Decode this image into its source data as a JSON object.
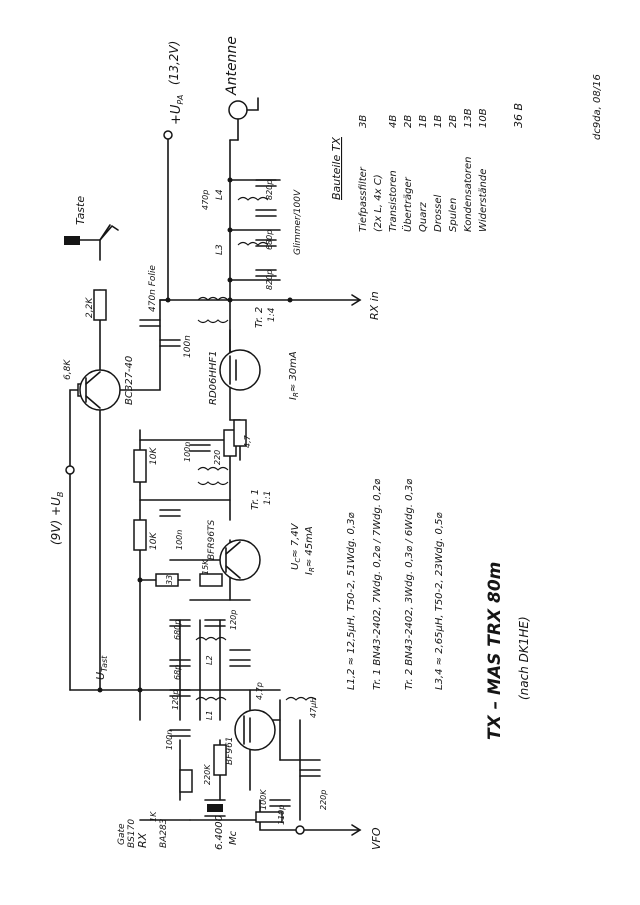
{
  "page": {
    "background": "#ffffff",
    "ink": "#151515"
  },
  "header": {
    "supply_9v": "(9V) +U",
    "supply_9v_sub": "B",
    "supply_pa": "+U",
    "supply_pa_sub": "PA",
    "supply_pa_value": "(13,2V)",
    "antenna": "Antenne",
    "key": "Taste"
  },
  "components": {
    "r_6k8": "6,8K",
    "r_2k2": "2,2K",
    "bc327": "BC327-40",
    "c_470n": "470n Folie",
    "c_100n_top": "100n",
    "rd06": "RD06HHF1",
    "tr2": "Tr. 2",
    "tr2_ratio": "1:4",
    "l3": "L3",
    "l4": "L4",
    "c_470p": "470p",
    "c_820p_a": "820p",
    "c_680p_lpf": "680p",
    "c_820p_b": "820p",
    "glimmer": "Glimmer/100V",
    "rx_in": "RX in",
    "ir_30": "I",
    "ir_30_sub": "R",
    "ir_30_val": "≈ 30mA",
    "r_4_7": "4,7",
    "r_10k_a": "10K",
    "c_100n_b": "100n",
    "r_220": "220",
    "tr1": "Tr. 1",
    "tr1_ratio": "1:1",
    "r_10k_b": "10K",
    "c_100n_c": "100n",
    "bfr96": "BFR96TS",
    "r_15k": "15K",
    "r_33": "33",
    "uc": "U",
    "uc_sub": "C",
    "uc_val": "≈ 7,4V",
    "ir_45": "I",
    "ir_45_sub": "R",
    "ir_45_val": "≈ 45mA",
    "c_680p": "680p",
    "c_120p_a": "120p",
    "l2": "L2",
    "c_68p": "68p",
    "c_4_7p": "4,7p",
    "c_120p_b": "120p",
    "l1": "L1",
    "c_100n_d": "100n",
    "r_220k": "220K",
    "bf961": "BF961",
    "c_47uh": "47μH",
    "r_100k": "100K",
    "c_110p": "110p",
    "c_220p": "220p",
    "xtal": "6.4000",
    "xtal_unit": "Mc",
    "utast": "U",
    "utast_sub": "Tast",
    "gate": "Gate",
    "bs170": "BS170",
    "rx": "RX",
    "r_1k": "1K",
    "ba283": "BA283",
    "vfo": "VFO"
  },
  "notes": {
    "l12": "L1,2    ≈ 12,5μH, T50-2, 51Wdg. 0,3⌀",
    "tr1": "Tr. 1   BN43-2402, 7Wdg. 0,2⌀ / 7Wdg. 0,2⌀",
    "tr2": "Tr. 2   BN43-2402, 3Wdg. 0,3⌀ / 6Wdg. 0,3⌀",
    "l34": "L3,4    ≈ 2,65μH, T50-2, 23Wdg. 0,5⌀"
  },
  "parts_list": {
    "title": "Bauteile TX",
    "items": [
      {
        "name": "Tiefpassfilter",
        "qty": "3B"
      },
      {
        "name": "(2x L, 4x C)",
        "qty": ""
      },
      {
        "name": "Transistoren",
        "qty": "4B"
      },
      {
        "name": "Überträger",
        "qty": "2B"
      },
      {
        "name": "Quarz",
        "qty": "1B"
      },
      {
        "name": "Drossel",
        "qty": "1B"
      },
      {
        "name": "Spulen",
        "qty": "2B"
      },
      {
        "name": "Kondensatoren",
        "qty": "13B"
      },
      {
        "name": "Widerstände",
        "qty": "10B"
      }
    ],
    "total": "36 B"
  },
  "footer": {
    "title": "TX – MAS TRX 80m",
    "subtitle": "(nach DK1HE)",
    "signature": "dc9da, 08/16"
  }
}
